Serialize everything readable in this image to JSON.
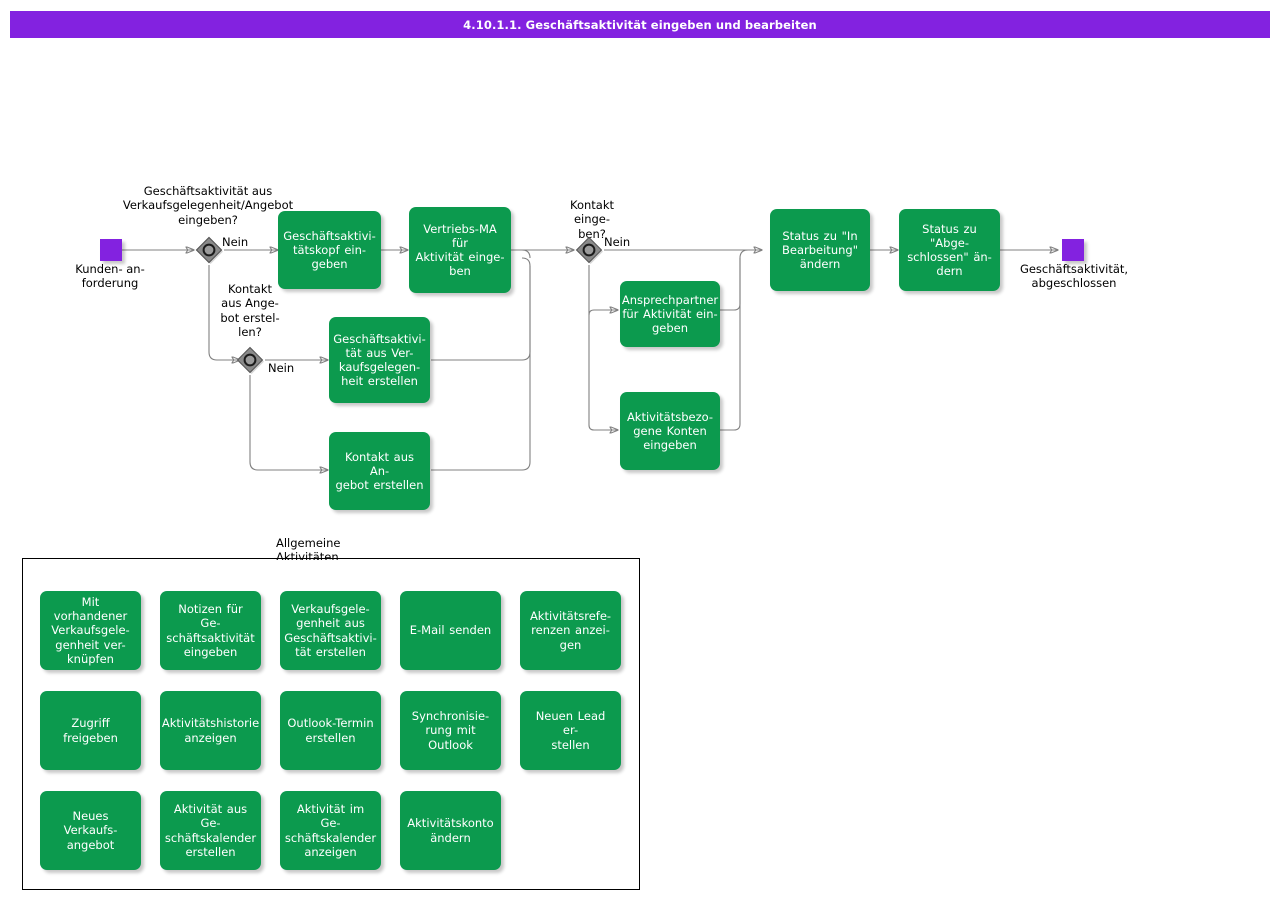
{
  "header": {
    "title": "4.10.1.1. Geschäftsaktivität eingeben und bearbeiten",
    "bar_color": "#8322E0"
  },
  "theme": {
    "task_fill": "#0C9A4E",
    "task_text": "#FFFFFF",
    "terminator_fill": "#8322E0",
    "gateway_fill": "#808080",
    "connector": "#808080",
    "panel_border": "#000000",
    "page_background": "#FFFFFF"
  },
  "flow": {
    "start_event": {
      "label": "Kunden-  an-\nforderung",
      "icon": "start-event-square"
    },
    "end_event": {
      "label": "Geschäftsaktivität,\nabgeschlossen",
      "icon": "end-event-square"
    },
    "gateways": [
      {
        "id": "gw1",
        "question": "Geschäftsaktivität  aus\nVerkaufsgelegenheit/Angebot\neingeben?",
        "branch_label": "Nein",
        "icon": "inclusive-gateway-icon"
      },
      {
        "id": "gw2",
        "question": "Kontakt\naus Ange-\nbot erstel-\nlen?",
        "branch_label": "Nein",
        "icon": "inclusive-gateway-icon"
      },
      {
        "id": "gw3",
        "question": "Kontakt\neinge-\nben?",
        "branch_label": "Nein",
        "icon": "inclusive-gateway-icon"
      }
    ],
    "tasks": [
      {
        "id": "t1",
        "label": "Geschäftsaktivi-\ntätskopf    ein-\ngeben"
      },
      {
        "id": "t2",
        "label": "Vertriebs-MA für\nAktivität einge-\nben"
      },
      {
        "id": "t3",
        "label": "Geschäftsaktivi-\ntät  aus  Ver-\nkaufsgelegen-\nheit  erstellen"
      },
      {
        "id": "t4",
        "label": "Kontakt aus An-\ngebot erstellen"
      },
      {
        "id": "t5",
        "label": "Ansprechpartner\nfür Aktivität ein-\ngeben"
      },
      {
        "id": "t6",
        "label": "Aktivitätsbezo-\ngene Konten\neingeben"
      },
      {
        "id": "t7",
        "label": "Status zu \"In\nBearbeitung\"\nändern"
      },
      {
        "id": "t8",
        "label": "Status zu \"Abge-\nschlossen\" än-\ndern"
      }
    ]
  },
  "group_panel": {
    "caption": "Allgemeine\nAktivitäten",
    "items": [
      {
        "id": "g1",
        "label": "Mit vorhandener\nVerkaufsgele-\ngenheit  ver-\nknüpfen"
      },
      {
        "id": "g2",
        "label": "Notizen für Ge-\nschäftsaktivität\neingeben"
      },
      {
        "id": "g3",
        "label": "Verkaufsgele-\ngenheit   aus\nGeschäftsaktivi-\ntät    erstellen"
      },
      {
        "id": "g4",
        "label": "E-Mail senden"
      },
      {
        "id": "g5",
        "label": "Aktivitätsrefe-\nrenzen   anzei-\ngen"
      },
      {
        "id": "g6",
        "label": "Zugriff freigeben"
      },
      {
        "id": "g7",
        "label": "Aktivitätshistorie\nanzeigen"
      },
      {
        "id": "g8",
        "label": "Outlook-Termin\nerstellen"
      },
      {
        "id": "g9",
        "label": "Synchronisie-\nrung mit Outlook"
      },
      {
        "id": "g10",
        "label": "Neuen Lead er-\nstellen"
      },
      {
        "id": "g11",
        "label": "Neues Verkaufs-\nangebot"
      },
      {
        "id": "g12",
        "label": "Aktivität aus Ge-\nschäftskalender\nerstellen"
      },
      {
        "id": "g13",
        "label": "Aktivität im Ge-\nschäftskalender\nanzeigen"
      },
      {
        "id": "g14",
        "label": "Aktivitätskonto\nändern"
      }
    ]
  }
}
